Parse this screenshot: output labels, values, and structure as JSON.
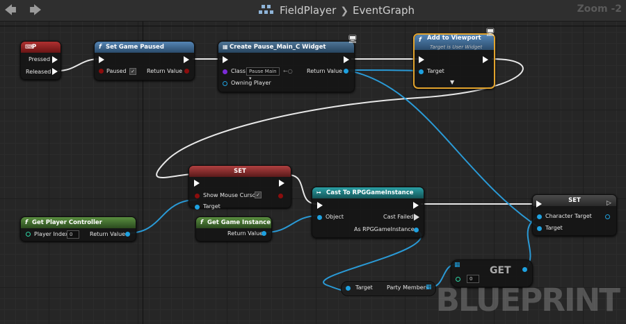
{
  "header": {
    "back_icon": "arrow-left-icon",
    "forward_icon": "arrow-right-icon",
    "graph_icon": "blueprint-graph-icon",
    "blueprint": "FieldPlayer",
    "graph": "EventGraph",
    "zoom": "Zoom -2"
  },
  "nodes": {
    "key_p": {
      "title": "P",
      "pressed": "Pressed",
      "released": "Released",
      "color": "#9b2222"
    },
    "set_game_paused": {
      "title": "Set Game Paused",
      "paused": "Paused",
      "return_value": "Return Value",
      "color": "#3f6a93"
    },
    "create_widget": {
      "title": "Create Pause_Main_C Widget",
      "class": "Class",
      "class_value": "Pause Main",
      "owning_player": "Owning Player",
      "return_value": "Return Value",
      "color": "#3a5f80"
    },
    "add_to_viewport": {
      "title": "Add to Viewport",
      "subtitle": "Target is User Widget",
      "target": "Target",
      "color": "#3f6a93",
      "highlight": "#e2a32c"
    },
    "set_cursor": {
      "title": "SET",
      "show_mouse_cursor": "Show Mouse Cursor",
      "target": "Target",
      "color": "#8e2a2a"
    },
    "cast": {
      "title": "Cast To RPGGameInstance",
      "object": "Object",
      "cast_failed": "Cast Failed",
      "as_instance": "As RPGGameInstance",
      "color": "#1e7a7e"
    },
    "set_target": {
      "title": "SET",
      "character_target": "Character Target",
      "target": "Target",
      "color": "#3b3b3b"
    },
    "get_player_controller": {
      "title": "Get Player Controller",
      "player_index": "Player Index",
      "player_index_value": "0",
      "return_value": "Return Value",
      "color": "#3d6e2a"
    },
    "get_game_instance": {
      "title": "Get Game Instance",
      "return_value": "Return Value",
      "color": "#3d6e2a"
    },
    "party_members": {
      "target": "Target",
      "party_members": "Party Members"
    },
    "get_array": {
      "title": "GET",
      "index_value": "0"
    }
  },
  "watermark": "BLUEPRINT",
  "colors": {
    "object_pin": "#1ea1e0",
    "bool_pin": "#8b0d0d",
    "class_pin": "#7b2bd6",
    "exec": "#ffffff",
    "int_pin": "#2ed6a5"
  }
}
